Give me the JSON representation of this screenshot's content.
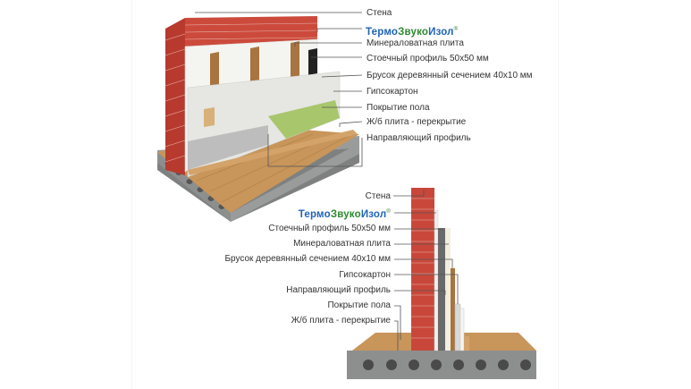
{
  "colors": {
    "brick": "#c9473a",
    "brick_dark": "#a8342a",
    "wood": "#c8955a",
    "wood_dark": "#a8743f",
    "concrete": "#8d8f8f",
    "insulation": "#ffffff",
    "gypsum": "#d9d9d9",
    "mineral_green": "#a8c66c",
    "brand_green": "#2f8a2f",
    "brand_blue": "#1f63b8"
  },
  "top_diagram": {
    "labels": [
      "Стена",
      "ТермоЗвукоИзол",
      "Минераловатная плита",
      "Стоечный профиль 50х50 мм",
      "Брусок деревянный сечением 40х10 мм",
      "Гипсокартон",
      "Покрытие пола",
      "Ж/б плита - перекрытие",
      "Направляющий профиль"
    ]
  },
  "bottom_diagram": {
    "labels": [
      "Стена",
      "ТермоЗвукоИзол",
      "Стоечный профиль 50х50 мм",
      "Минераловатная плита",
      "Брусок деревянный сечением 40х10 мм",
      "Гипсокартон",
      "Направляющий профиль",
      "Покрытие пола",
      "Ж/б плита - перекрытие"
    ]
  },
  "brand": {
    "part1": "Термо",
    "part2": "Звуко",
    "part3": "Изол",
    "mark": "®"
  }
}
